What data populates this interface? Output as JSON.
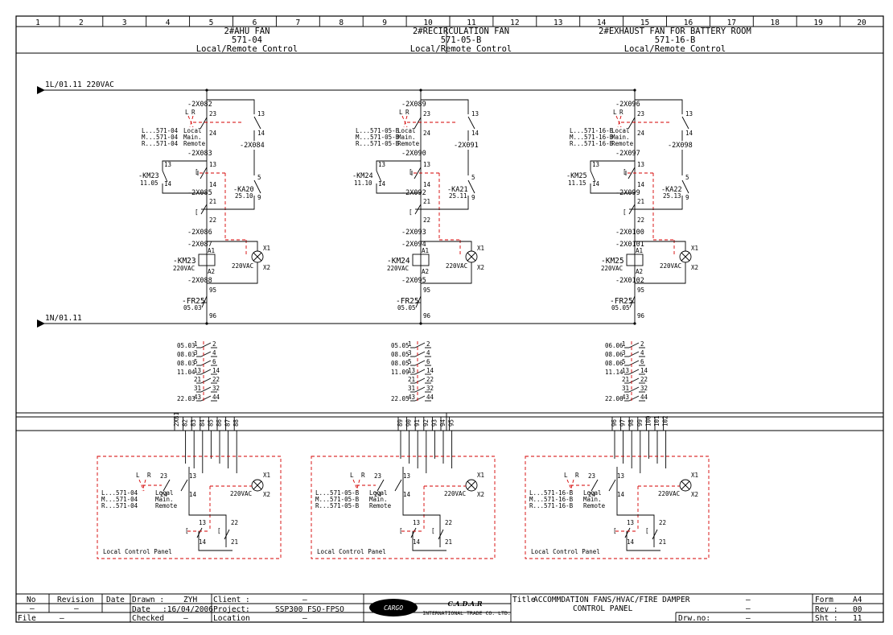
{
  "column_numbers": [
    "1",
    "2",
    "3",
    "4",
    "5",
    "6",
    "7",
    "8",
    "9",
    "10",
    "11",
    "12",
    "13",
    "14",
    "15",
    "16",
    "17",
    "18",
    "19",
    "20"
  ],
  "sections": [
    {
      "title": "2#AHU FAN",
      "code": "571-04",
      "control": "Local/Remote Control",
      "selector": {
        "top": "-2X082",
        "mid": "-2X083",
        "left": "-2X084",
        "l_sig": "L...571-04",
        "m_sig": "M...571-04",
        "r_sig": "R...571-04",
        "b1": "-2X085",
        "b2": "-2X086",
        "b3": "-2X087",
        "b4": "-2X088"
      },
      "km": {
        "tag": "-KM23",
        "ref": "11.05"
      },
      "ka": {
        "tag": "-KA20",
        "ref": "25.10"
      },
      "coil": {
        "tag": "-KM23",
        "volt": "220VAC"
      },
      "fr": {
        "tag": "-FR25",
        "ref": "05.03"
      },
      "terminals": [
        "2X81",
        "82",
        "83",
        "84",
        "85",
        "86",
        "87",
        "88"
      ],
      "contacts": [
        [
          "05.03",
          "1",
          "2"
        ],
        [
          "08.03",
          "3",
          "4"
        ],
        [
          "08.03",
          "5",
          "6"
        ],
        [
          "11.04",
          "13",
          "14"
        ],
        [
          "",
          "21",
          "22"
        ],
        [
          "",
          "31",
          "32"
        ],
        [
          "22.03",
          "43",
          "44"
        ]
      ]
    },
    {
      "title": "2#RECIRCULATION FAN",
      "code": "571-05-B",
      "control": "Local/Remote Control",
      "selector": {
        "top": "-2X089",
        "mid": "-2X090",
        "left": "-2X091",
        "l_sig": "L...571-05-B",
        "m_sig": "M...571-05-B",
        "r_sig": "R...571-05-B",
        "b1": "-2X092",
        "b2": "-2X093",
        "b3": "-2X094",
        "b4": "-2X095"
      },
      "km": {
        "tag": "-KM24",
        "ref": "11.10"
      },
      "ka": {
        "tag": "-KA21",
        "ref": "25.11"
      },
      "coil": {
        "tag": "-KM24",
        "volt": "220VAC"
      },
      "fr": {
        "tag": "-FR25",
        "ref": "05.05"
      },
      "terminals": [
        "89",
        "90",
        "91",
        "92",
        "93",
        "94",
        "95"
      ],
      "contacts": [
        [
          "05.05",
          "1",
          "2"
        ],
        [
          "08.05",
          "3",
          "4"
        ],
        [
          "08.05",
          "5",
          "6"
        ],
        [
          "11.09",
          "13",
          "14"
        ],
        [
          "",
          "21",
          "22"
        ],
        [
          "",
          "31",
          "32"
        ],
        [
          "22.05",
          "43",
          "44"
        ]
      ]
    },
    {
      "title": "2#EXHAUST FAN FOR BATTERY ROOM",
      "code": "571-16-B",
      "control": "Local/Remote Control",
      "selector": {
        "top": "-2X096",
        "mid": "-2X097",
        "left": "-2X098",
        "l_sig": "L...571-16-B",
        "m_sig": "M...571-16-B",
        "r_sig": "R...571-16-B",
        "b1": "-2X099",
        "b2": "-2X0100",
        "b3": "-2X0101",
        "b4": "-2X0102"
      },
      "km": {
        "tag": "-KM25",
        "ref": "11.15"
      },
      "ka": {
        "tag": "-KA22",
        "ref": "25.13"
      },
      "coil": {
        "tag": "-KM25",
        "volt": "220VAC"
      },
      "fr": {
        "tag": "-FR25",
        "ref": "05.05"
      },
      "terminals": [
        "96",
        "97",
        "98",
        "99",
        "100",
        "101",
        "102"
      ],
      "contacts": [
        [
          "06.06",
          "1",
          "2"
        ],
        [
          "08.06",
          "3",
          "4"
        ],
        [
          "08.06",
          "5",
          "6"
        ],
        [
          "11.14",
          "13",
          "14"
        ],
        [
          "",
          "21",
          "22"
        ],
        [
          "",
          "31",
          "32"
        ],
        [
          "22.06",
          "43",
          "44"
        ]
      ]
    }
  ],
  "common": {
    "bus_l": "1L/01.11 220VAC",
    "bus_n": "1N/01.11",
    "sw_L": "L",
    "sw_R": "R",
    "local_word": "Local",
    "main_word": "Main.",
    "remote_word": "Remote",
    "t13": "13",
    "t14": "14",
    "t23": "23",
    "t24": "24",
    "t21": "21",
    "t22": "22",
    "t5": "5",
    "t9": "9",
    "a1": "A1",
    "a2": "A2",
    "t95": "95",
    "t96": "96",
    "x1": "X1",
    "x2": "X2",
    "lamp_volt": "220VAC",
    "panel_label": "Local Control Panel"
  },
  "title_block": {
    "no_label": "No",
    "revision_label": "Revision",
    "date_label": "Date",
    "no_val": "–",
    "revision_val": "–",
    "file_label": "File",
    "file_val": "–",
    "drawn_label": "Drawn :",
    "drawn_val": "ZYH",
    "date2_label": "Date",
    "date2_val": ":16/04/2006",
    "checked_label": "Checked",
    "checked_val": "–",
    "client_label": "Client :",
    "client_val": "–",
    "project_label": "Project:",
    "project_val": "SSP300 FSO-FPSO",
    "location_label": "Location",
    "location_val": "–",
    "logo_text": "CARGO",
    "company_name": "C.A.D.A.R",
    "company_sub": "INTERNATIONAL TRADE CO. LTD.",
    "title_label": "Title",
    "title_line1": "ACCOMMDATION FANS/HVAC/FIRE DAMPER",
    "title_line2": "CONTROL PANEL",
    "title_dash1": "–",
    "title_dash2": "–",
    "drw_label": "Drw.no:",
    "drw_val": "–",
    "form_label": "Form",
    "form_val": "A4",
    "rev_label": "Rev :",
    "rev_val": "00",
    "sht_label": "Sht :",
    "sht_val": "11"
  }
}
